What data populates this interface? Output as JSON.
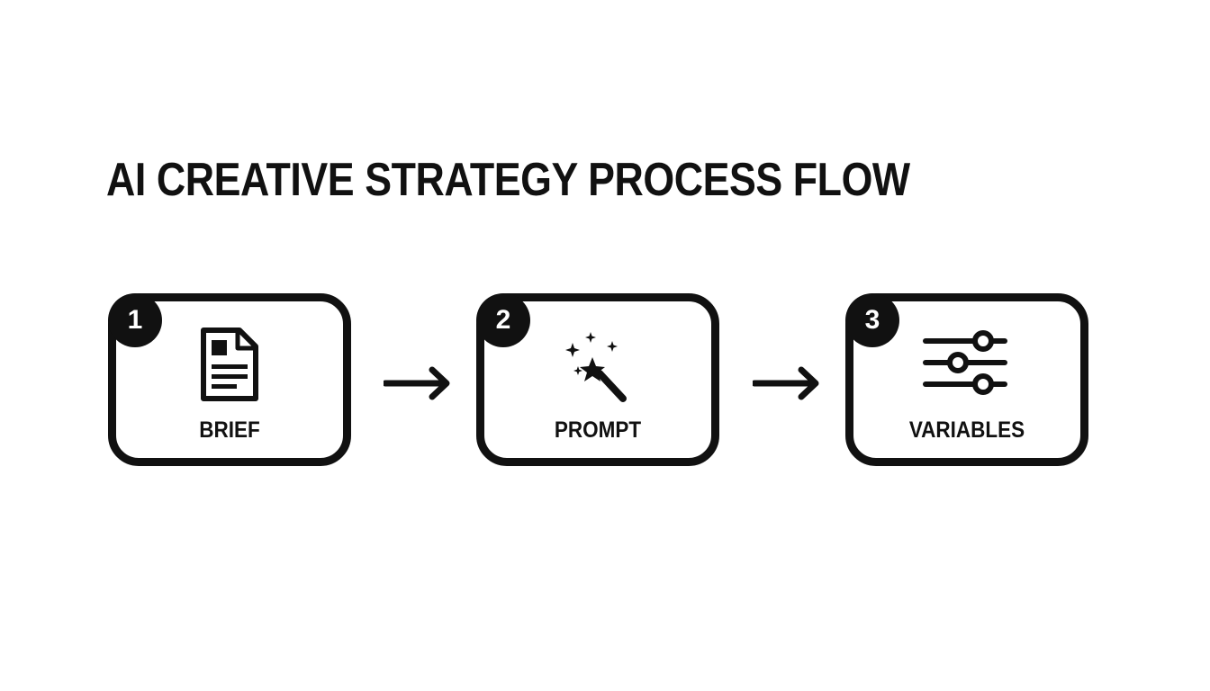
{
  "title": "AI CREATIVE STRATEGY PROCESS FLOW",
  "steps": [
    {
      "number": "1",
      "label": "BRIEF",
      "icon": "document-icon"
    },
    {
      "number": "2",
      "label": "PROMPT",
      "icon": "magic-wand-icon"
    },
    {
      "number": "3",
      "label": "VARIABLES",
      "icon": "sliders-icon"
    }
  ],
  "connectors": [
    "arrow-right-icon",
    "arrow-right-icon"
  ],
  "colors": {
    "ink": "#111111",
    "background": "#ffffff"
  }
}
